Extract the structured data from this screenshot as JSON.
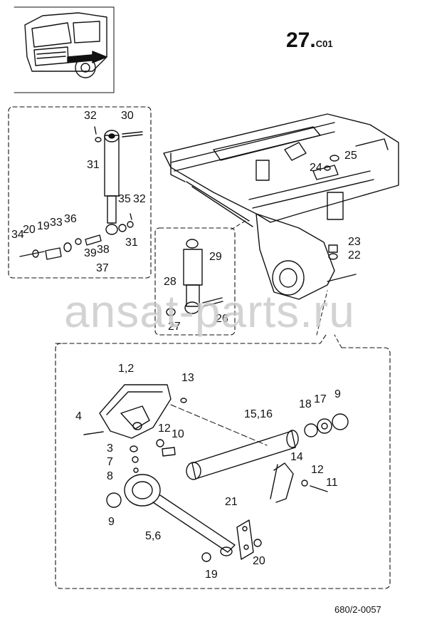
{
  "header": {
    "page_number": "27.",
    "page_suffix": "C01"
  },
  "watermark": "ansat-parts.ru",
  "footer": {
    "drawing_ref": "680/2-0057"
  },
  "callouts": {
    "c32a": "32",
    "c30": "30",
    "c31a": "31",
    "c34": "34",
    "c20a": "20",
    "c19a": "19",
    "c33": "33",
    "c36": "36",
    "c35": "35",
    "c32b": "32",
    "c31b": "31",
    "c39": "39",
    "c38": "38",
    "c37": "37",
    "c29": "29",
    "c28": "28",
    "c27": "27",
    "c26": "26",
    "c25": "25",
    "c24": "24",
    "c23": "23",
    "c22": "22",
    "c12a": "1,2",
    "c13": "13",
    "c4": "4",
    "c12b": "12",
    "c10": "10",
    "c3": "3",
    "c7": "7",
    "c8": "8",
    "c1516": "15,16",
    "c18": "18",
    "c17": "17",
    "c9a": "9",
    "c14": "14",
    "c12c": "12",
    "c11": "11",
    "c9b": "9",
    "c56": "5,6",
    "c21": "21",
    "c19b": "19",
    "c20b": "20"
  }
}
